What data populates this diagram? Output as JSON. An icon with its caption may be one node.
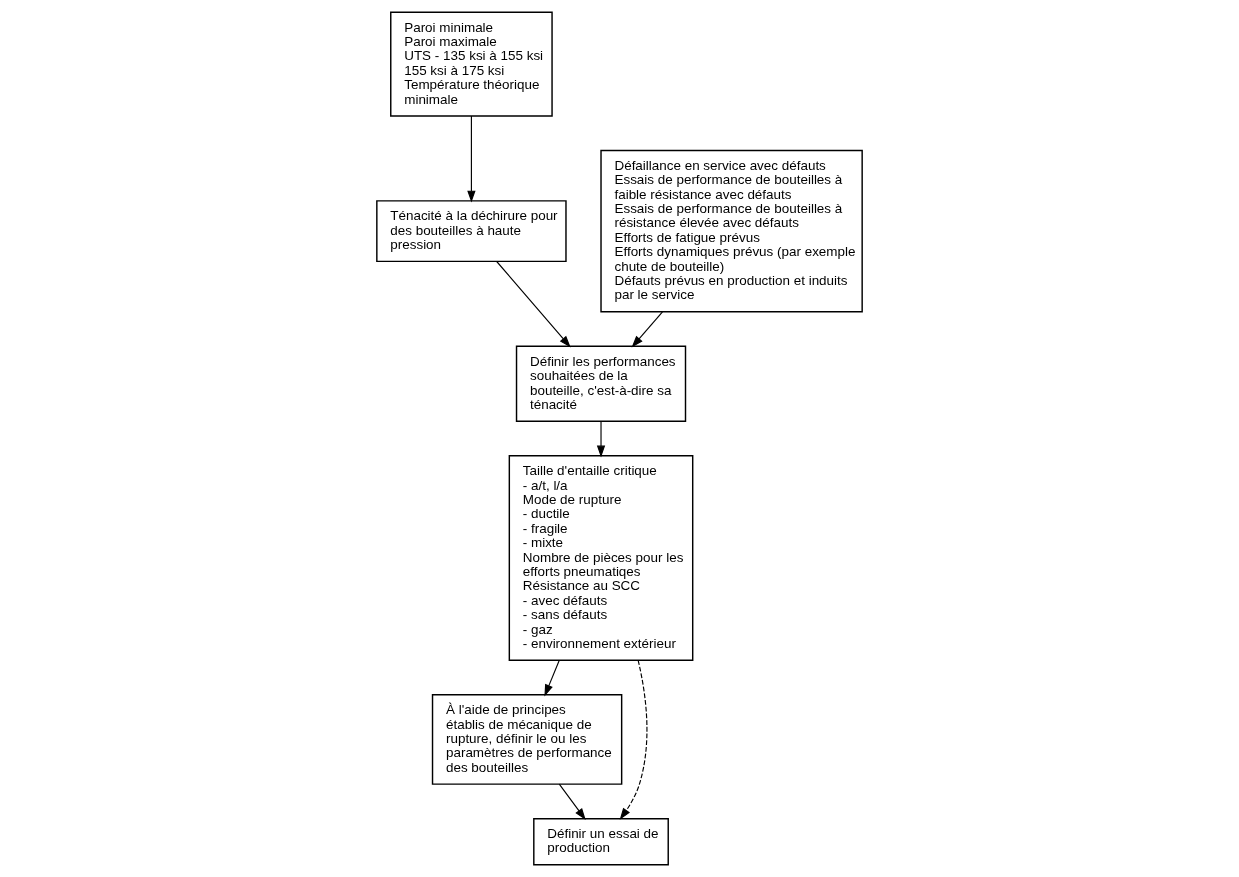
{
  "diagram": {
    "nodes": [
      {
        "text": [
          "Paroi minimale",
          "Paroi maximale",
          "UTS - 135 ksi à 155 ksi",
          "155 ksi à 175 ksi",
          "Température théorique minimale"
        ]
      },
      {
        "text": [
          "Ténacité à la déchirure pour des bouteilles à haute pression"
        ]
      },
      {
        "text": [
          "Taille d'entaille critique",
          "- a/t, l/a",
          "Mode de rupture",
          "- ductile",
          "- fragile",
          "- mixte",
          "Nombre de pièces pour les efforts pneumatiqes",
          "Résistance au SCC",
          "- avec défauts",
          "- sans défauts",
          "- gaz",
          "- environnement extérieur"
        ]
      },
      {
        "text": [
          "Définir les performances souhaitées de la bouteille, c'est-à-dire sa ténacité"
        ]
      },
      {
        "text": [
          "À l'aide de principes établis de mécanique de rupture, définir le ou les paramètres de performance des bouteilles"
        ]
      },
      {
        "text": [
          "Défaillance en service avec défauts",
          "Essais de performance de bouteilles à faible résistance avec défauts",
          "Essais de performance de bouteilles à résistance élevée avec défauts",
          "Efforts de fatigue prévus",
          "Efforts dynamiques prévus (par exemple chute de bouteille)",
          "Défauts prévus en production et induits par le service"
        ]
      },
      {
        "text": [
          "Définir un essai de production"
        ]
      }
    ],
    "edges": [
      {
        "from": 0,
        "to": 1,
        "arrow": "to"
      },
      {
        "from": 1,
        "to": 3,
        "arrow": "to"
      },
      {
        "from": 5,
        "to": 3,
        "arrow": "to"
      },
      {
        "from": 3,
        "to": 2,
        "arrow": "to"
      },
      {
        "from": 2,
        "to": 4,
        "arrow": "to"
      },
      {
        "from": 4,
        "to": 6,
        "arrow": "to"
      },
      {
        "from": 2,
        "to": 6,
        "arrow": "to",
        "style": "dashed"
      }
    ]
  }
}
